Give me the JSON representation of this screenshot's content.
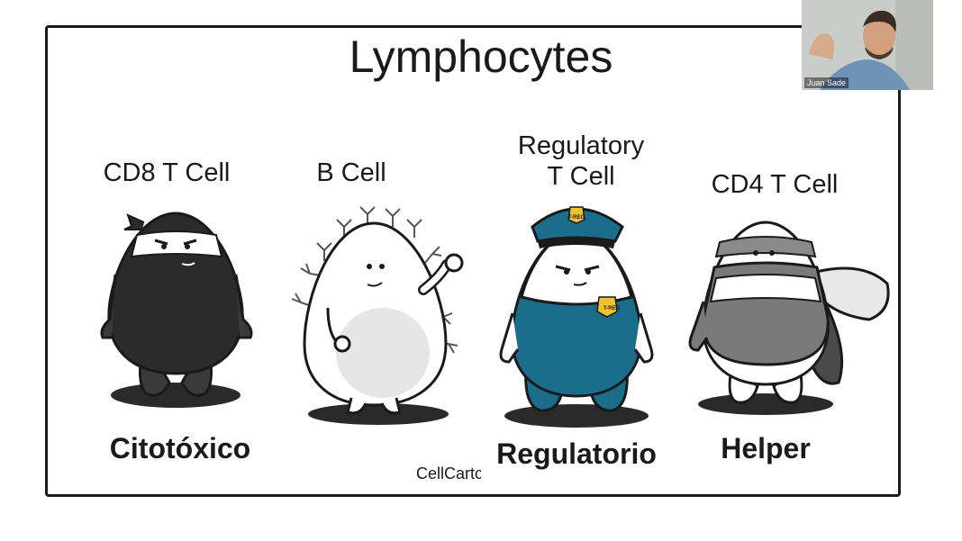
{
  "slide": {
    "title": "Lymphocytes",
    "cells": [
      {
        "name": "CD8 T Cell",
        "role": "Citotóxico"
      },
      {
        "name": "B Cell",
        "role": ""
      },
      {
        "name_line1": "Regulatory",
        "name_line2": "T Cell",
        "role": "Regulatorio",
        "badge": "T-REG"
      },
      {
        "name": "CD4 T Cell",
        "role": "Helper"
      }
    ],
    "credit": "CellCartc"
  },
  "webcam": {
    "participant_name": "Juan Sade"
  },
  "colors": {
    "ink": "#1a1a1a",
    "police_blue": "#1b6d8c",
    "badge_gold": "#f2c230",
    "gray": "#7a7a7a"
  }
}
